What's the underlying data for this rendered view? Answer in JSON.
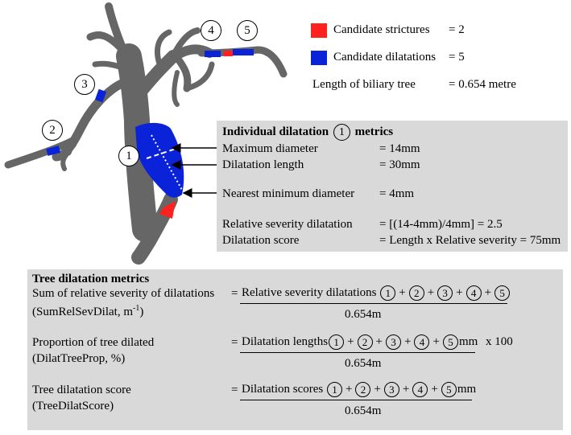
{
  "legend": {
    "strictures": {
      "label": "Candidate strictures",
      "value": "= 2",
      "color": "#ff2020"
    },
    "dilatations": {
      "label": "Candidate dilatations",
      "value": "= 5",
      "color": "#0a22d8"
    },
    "length": {
      "label": "Length of biliary tree",
      "value": "= 0.654 metre"
    }
  },
  "tree_labels": [
    "1",
    "2",
    "3",
    "4",
    "5"
  ],
  "individual": {
    "title_prefix": "Individual dilatation",
    "title_num": "1",
    "title_suffix": "metrics",
    "rows": [
      {
        "label": "Maximum diameter",
        "value": "= 14mm"
      },
      {
        "label": "Dilatation length",
        "value": "= 30mm"
      },
      {
        "label": "Nearest minimum diameter",
        "value": "= 4mm"
      },
      {
        "label": "Relative severity dilatation",
        "value": "= [(14-4mm)/4mm] = 2.5"
      },
      {
        "label": "Dilatation score",
        "value": "= Length x Relative severity = 75mm"
      }
    ]
  },
  "tree_metrics": {
    "title": "Tree dilatation metrics",
    "circle_nums": [
      "1",
      "2",
      "3",
      "4",
      "5"
    ],
    "plus": "+",
    "m1": {
      "label": "Sum of relative severity of dilatations",
      "abbr": "(SumRelSevDilat, m",
      "abbr_sup": "-1",
      "abbr_close": ")",
      "eq": "=",
      "numerator": "Relative severity dilatations",
      "denominator": "0.654m"
    },
    "m2": {
      "label": "Proportion of tree dilated",
      "abbr": "(DilatTreeProp, %)",
      "eq": "=",
      "numerator": "Dilatation lengths",
      "unit": "mm",
      "multiplier": "x 100",
      "denominator": "0.654m"
    },
    "m3": {
      "label": "Tree dilatation score",
      "abbr": "(TreeDilatScore)",
      "eq": "=",
      "numerator": "Dilatation scores",
      "unit": "mm",
      "denominator": "0.654m"
    }
  },
  "colors": {
    "tree": "#666666",
    "panel": "#d9d9d9",
    "stricture": "#ff2020",
    "dilatation": "#0a22d8"
  }
}
